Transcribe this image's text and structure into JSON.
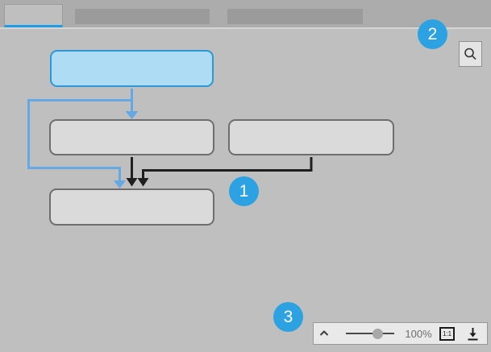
{
  "window": {
    "title": "diagram-viewer"
  },
  "header": {
    "tabs": [
      {
        "id": "tab-1",
        "label": "",
        "active": true
      },
      {
        "id": "tab-2",
        "label": "",
        "active": false
      },
      {
        "id": "tab-3",
        "label": "",
        "active": false
      }
    ],
    "active_tab_underline_color": "#1d9ce8"
  },
  "canvas": {
    "search_button": {
      "icon": "magnifier"
    },
    "diagram": {
      "nodes": [
        {
          "id": "node-root",
          "label": "",
          "highlighted": true,
          "fill": "#aedcf4",
          "border": "#2e97d8"
        },
        {
          "id": "node-child-left",
          "label": "",
          "highlighted": false,
          "fill": "#dadada",
          "border": "#6e6e6e"
        },
        {
          "id": "node-child-right",
          "label": "",
          "highlighted": false,
          "fill": "#dadada",
          "border": "#6e6e6e"
        },
        {
          "id": "node-result",
          "label": "",
          "highlighted": false,
          "fill": "#dadada",
          "border": "#6e6e6e"
        }
      ],
      "edges": [
        {
          "from": "node-root",
          "to": "node-child-left",
          "color": "#64a9e3",
          "style": "straight-arrow"
        },
        {
          "from": "node-root",
          "to": "node-result",
          "color": "#64a9e3",
          "style": "elbow-left-arrow"
        },
        {
          "from": "node-child-left",
          "to": "node-result",
          "color": "#1f1f1f",
          "style": "straight-arrow"
        },
        {
          "from": "node-child-right",
          "to": "node-result",
          "color": "#1f1f1f",
          "style": "elbow-arrow"
        }
      ]
    }
  },
  "callouts": [
    {
      "label": "1"
    },
    {
      "label": "2"
    },
    {
      "label": "3"
    }
  ],
  "callout_color": "#2da2e3",
  "zoombar": {
    "collapse_icon": "chevron-up",
    "slider_position": 0.65,
    "zoom_level": "100%",
    "actual_size_label": "1:1",
    "download_icon": "download-arrow"
  }
}
